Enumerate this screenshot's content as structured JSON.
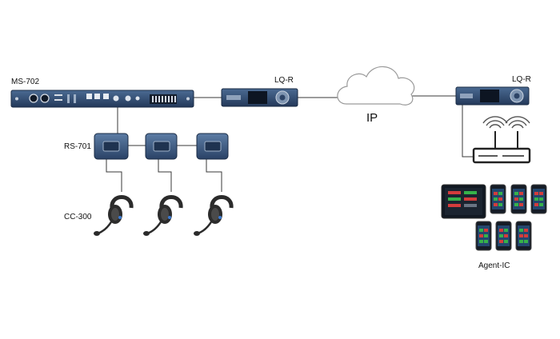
{
  "labels": {
    "ms702": "MS-702",
    "lqr_left": "LQ-R",
    "lqr_right": "LQ-R",
    "ip": "IP",
    "rs701": "RS-701",
    "cc300": "CC-300",
    "agent_ic": "Agent-IC"
  },
  "colors": {
    "device_blue": "#2f4a6b",
    "device_dark": "#1f3350",
    "screen": "#0d1522",
    "line": "#3a3a3a",
    "cloud_stroke": "#9a9a9a",
    "accent_blue": "#3b7bd4",
    "status_red": "#d33c3c",
    "status_green": "#36b24a"
  },
  "icons": [
    "rack-unit-icon",
    "codec-icon",
    "cloud-icon",
    "router-icon",
    "beltpack-icon",
    "headset-icon",
    "tablet-icon",
    "phone-icon"
  ]
}
